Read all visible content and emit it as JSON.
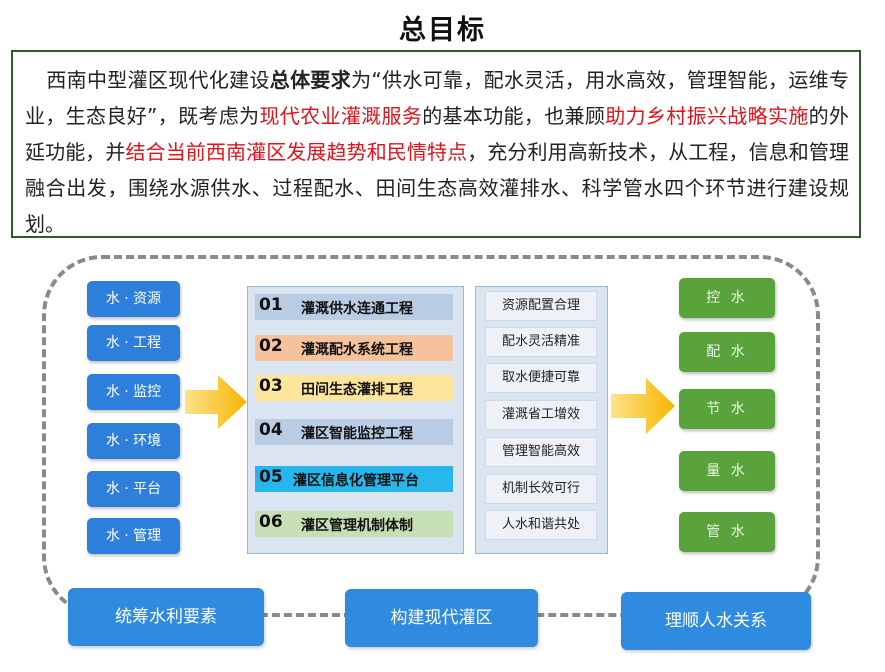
{
  "title": "总目标",
  "intro": {
    "p1": "西南中型灌区现代化建设",
    "p2_bold": "总体要求",
    "p3": "为“供水可靠，配水灵活，用水高效，管理智能，运维专业，生态良好”，既考虑为",
    "p4_red": "现代农业灌溉服务",
    "p5": "的基本功能，也兼顾",
    "p6_red": "助力乡村振兴战略实施",
    "p7": "的外延功能，并",
    "p8_red": "结合当前西南灌区发展趋势和民情特点",
    "p9": "，充分利用高新技术，从工程，信息和管理融合出发，围绕水源供水、过程配水、田间生态高效灌排水、科学管水四个环节进行建设规划。"
  },
  "left_items": [
    "水 · 资源",
    "水 · 工程",
    "水 · 监控",
    "水 · 环境",
    "水 · 平台",
    "水 · 管理"
  ],
  "projects": [
    {
      "num": "01",
      "label": "灌溉供水连通工程",
      "color": "#b8cce4"
    },
    {
      "num": "02",
      "label": "灌溉配水系统工程",
      "color": "#f6c29c"
    },
    {
      "num": "03",
      "label": "田间生态灌排工程",
      "color": "#fde59c"
    },
    {
      "num": "04",
      "label": "灌区智能监控工程",
      "color": "#b8cce4"
    },
    {
      "num": "05",
      "label": "灌区信息化管理平台",
      "color": "#27b7ec"
    },
    {
      "num": "06",
      "label": "灌区管理机制体制",
      "color": "#c6dfb4"
    }
  ],
  "goals": [
    "资源配置合理",
    "配水灵活精准",
    "取水便捷可靠",
    "灌溉省工增效",
    "管理智能高效",
    "机制长效可行",
    "人水和谐共处"
  ],
  "right_items": [
    "控 水",
    "配 水",
    "节 水",
    "量 水",
    "管 水"
  ],
  "bottom": [
    "统筹水利要素",
    "构建现代灌区",
    "理顺人水关系"
  ],
  "colors": {
    "blue_button": "#2e7fdb",
    "green_button": "#5aa33c",
    "arrow": "#f7b500",
    "highlight_red": "#e0131d",
    "border_green": "#2f5a2c"
  }
}
